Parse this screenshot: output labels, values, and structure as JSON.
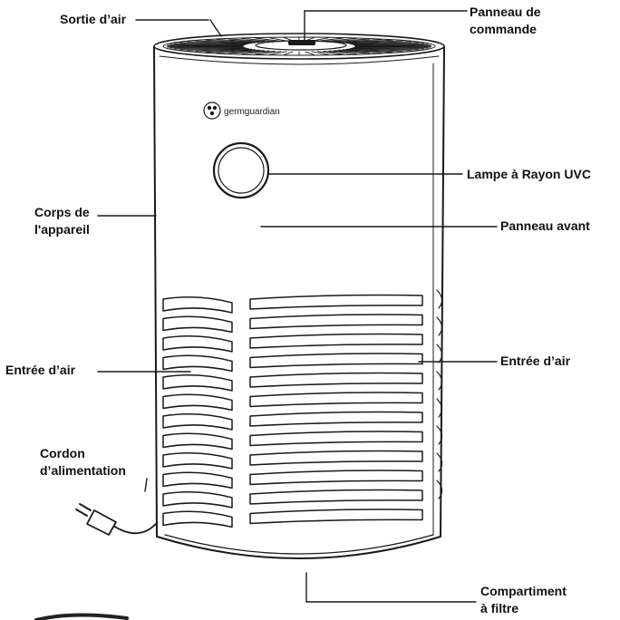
{
  "brand": {
    "logo_text": "germguardian",
    "logo_icon": "three-dot-logo-icon"
  },
  "labels": {
    "air_outlet": "Sortie d’air",
    "control_panel": [
      "Panneau de",
      "commande"
    ],
    "uvc_lamp": "Lampe à Rayon UVC",
    "unit_body": [
      "Corps de",
      "l'appareil"
    ],
    "front_panel": "Panneau avant",
    "air_intake_left": "Entrée d’air",
    "air_intake_right": "Entrée d’air",
    "power_cord": [
      "Cordon",
      "d’alimentation"
    ],
    "filter_compartment": [
      "Compartiment",
      "à filtre"
    ]
  },
  "colors": {
    "line": "#1a1a1a",
    "text": "#111111",
    "background": "#ffffff"
  }
}
